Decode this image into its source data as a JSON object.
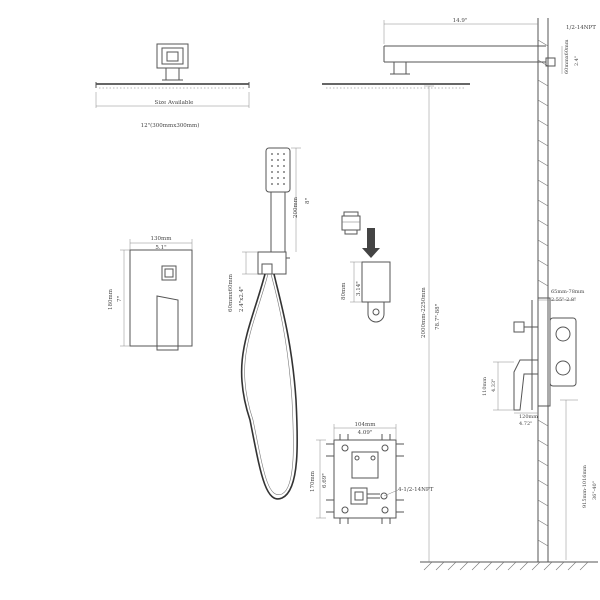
{
  "shower_head_front": {
    "size_note": "Size Available",
    "size": "12\"(300mmx300mm)"
  },
  "wall_view": {
    "arm_length": "14.9\"",
    "thread_top": "1/2-14NPT",
    "arm_drop_mm": "60mmx60mm",
    "arm_drop_in": "2.4\"",
    "total_height_mm": "2000mm-2250mm",
    "total_height_in": "78.7\"-88\"",
    "valve_depth_mm": "65mm-78mm",
    "valve_depth_in": "2.55\"-2.8\"",
    "valve_width_mm": "120mm",
    "valve_width_in": "4.72\"",
    "valve_height_mm": "110mm",
    "valve_height_in": "4.33\"",
    "valve_height2_mm": "915mm-1016mm",
    "valve_height2_in": "36\"-40\""
  },
  "trim_plate": {
    "width_mm": "130mm",
    "width_in": "5.1\"",
    "height_mm": "180mm",
    "height_in": "7\""
  },
  "hand_shower": {
    "length_mm": "200mm",
    "length_in": "8\"",
    "outlet_mm": "60mmx60mm",
    "outlet_in": "2.4\"x2.4\""
  },
  "holder": {
    "height_mm": "80mm",
    "height_in": "3.14\""
  },
  "rough_in_valve": {
    "width_mm": "104mm",
    "width_in": "4.09\"",
    "height_mm": "170mm",
    "height_in": "6.69\"",
    "thread": "4-1/2-14NPT"
  }
}
